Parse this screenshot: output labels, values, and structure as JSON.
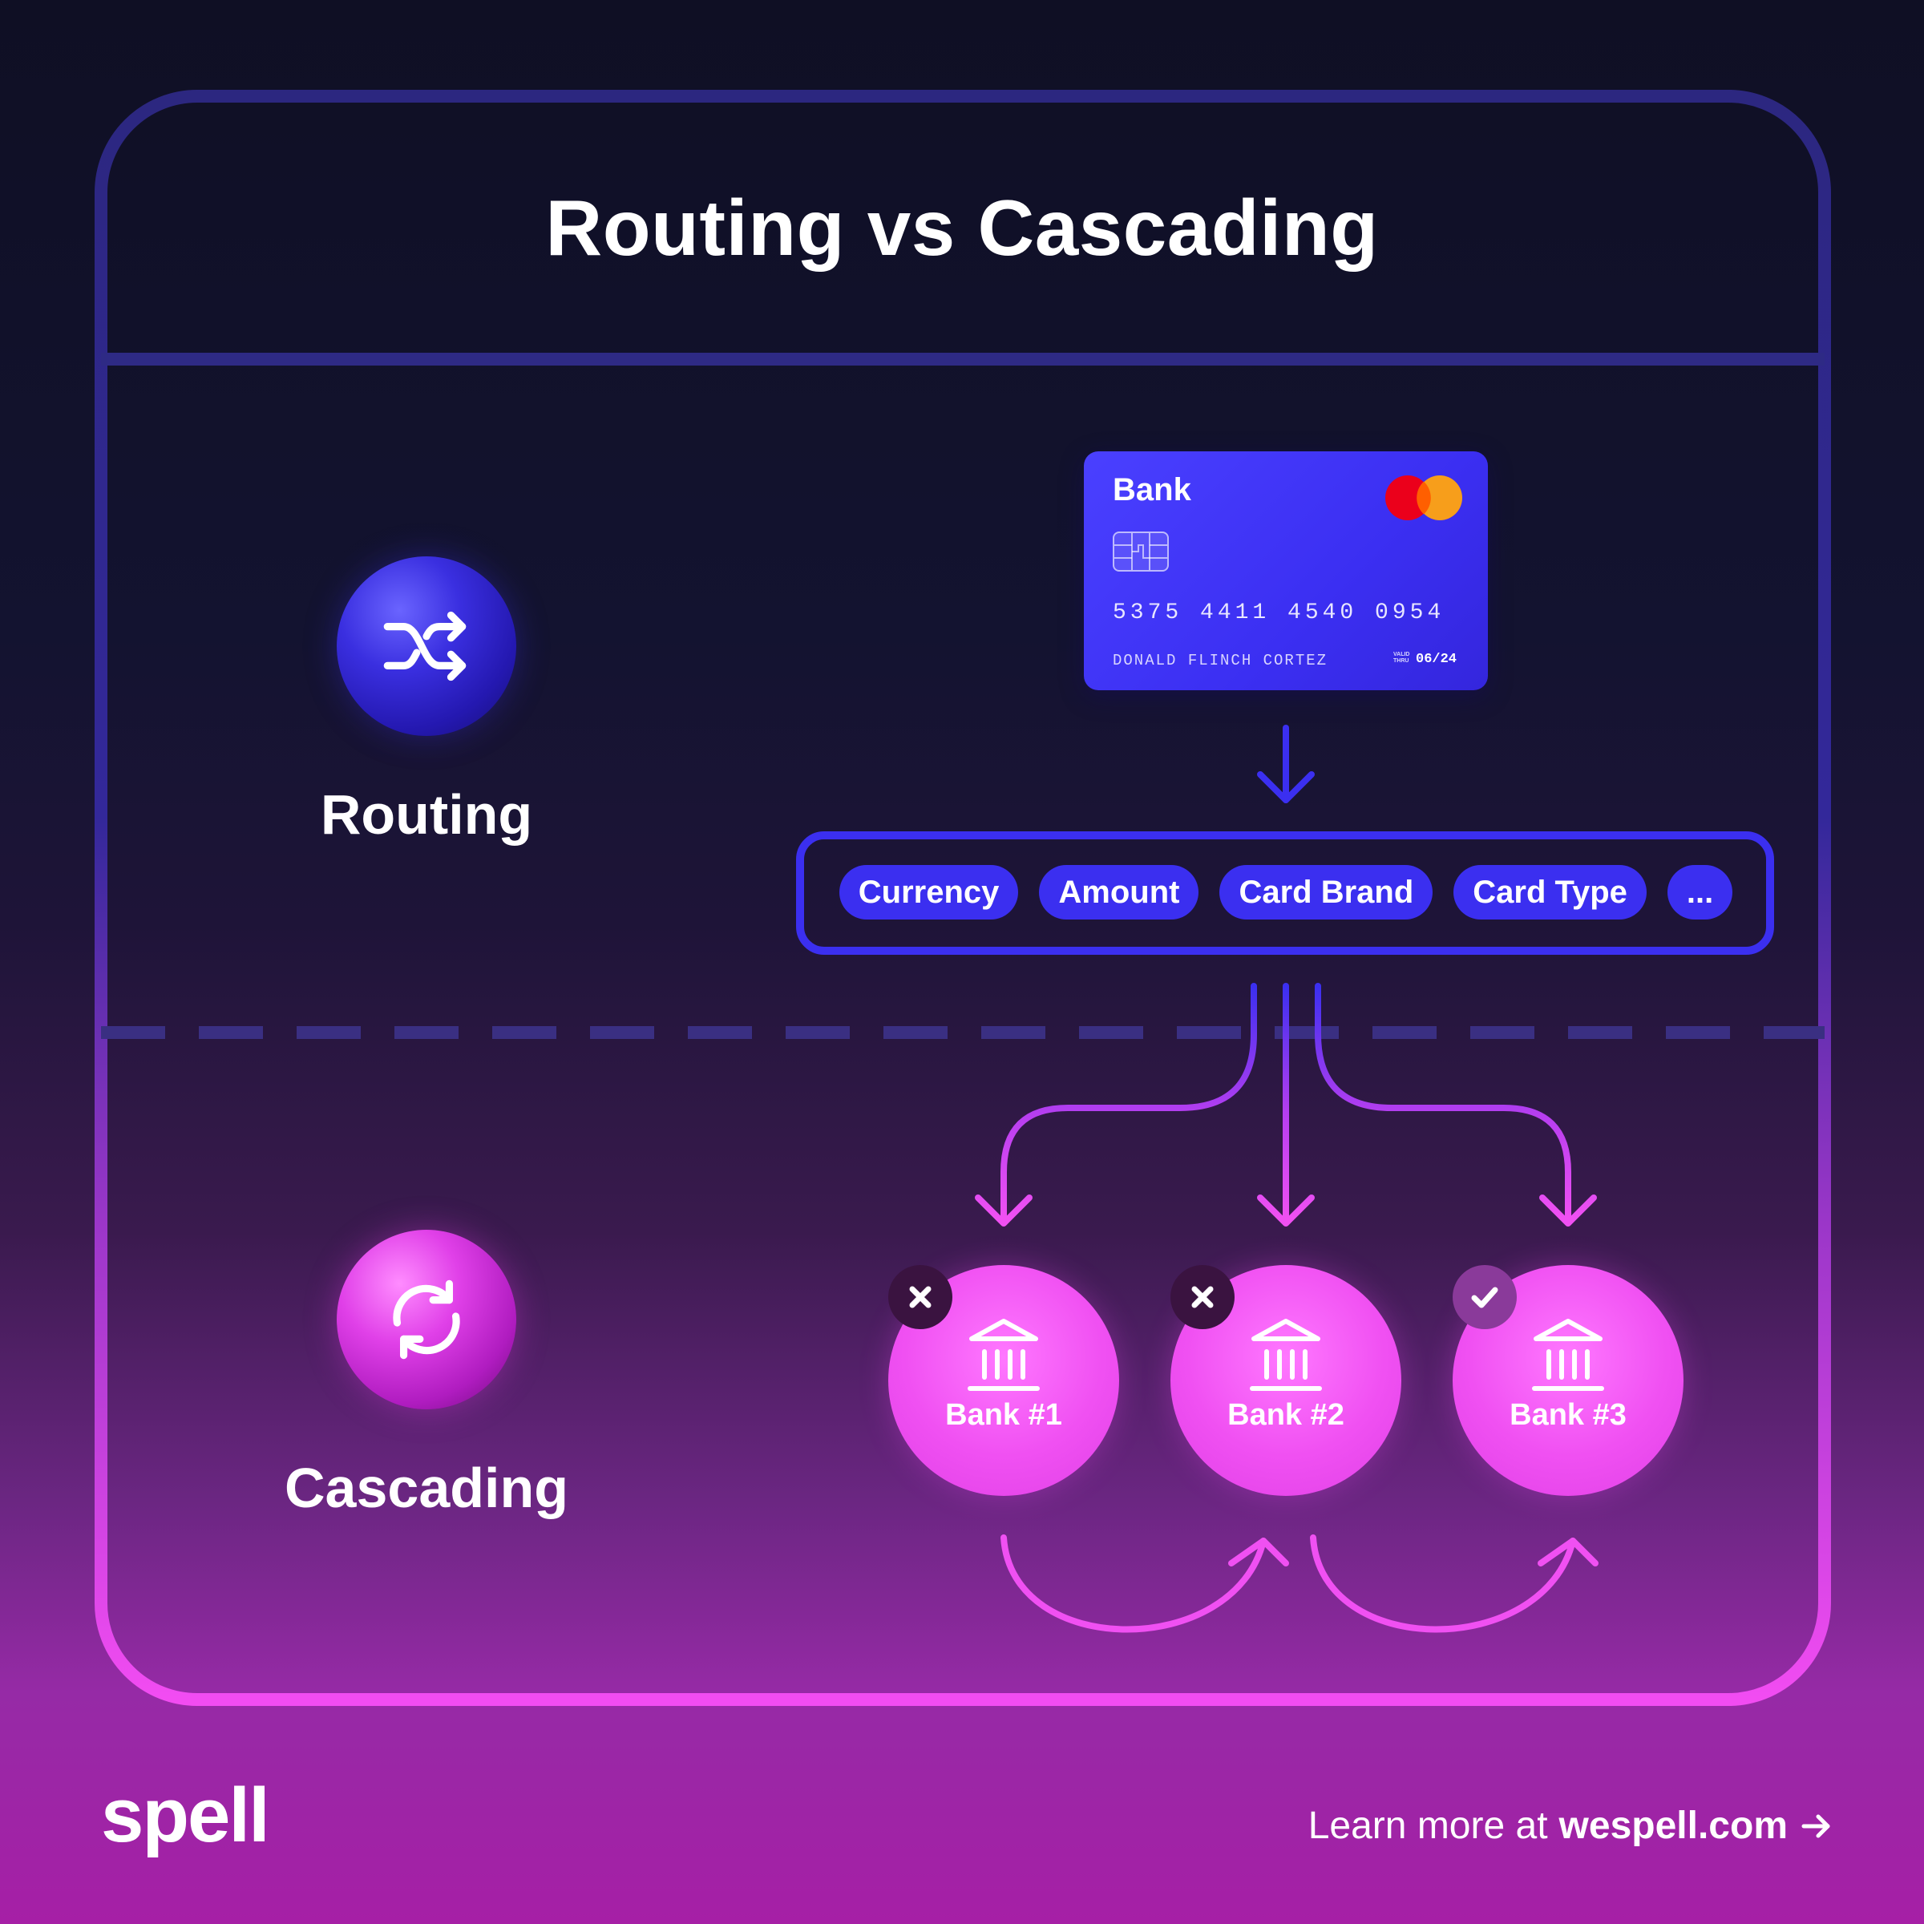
{
  "title": "Routing vs Cascading",
  "routing": {
    "label": "Routing",
    "icon": "shuffle-icon"
  },
  "cascading": {
    "label": "Cascading",
    "icon": "refresh-icon"
  },
  "card": {
    "bank": "Bank",
    "number": "5375 4411 4540 0954",
    "holder": "DONALD FLINCH CORTEZ",
    "valid_label": "VALID THRU",
    "expiry": "06/24",
    "brand_icon": "mastercard-icon",
    "chip_icon": "card-chip-icon"
  },
  "criteria": [
    "Currency",
    "Amount",
    "Card Brand",
    "Card Type",
    "..."
  ],
  "banks": [
    {
      "name": "Bank #1",
      "status": "failed",
      "icon": "bank-icon"
    },
    {
      "name": "Bank #2",
      "status": "failed",
      "icon": "bank-icon"
    },
    {
      "name": "Bank #3",
      "status": "success",
      "icon": "bank-icon"
    }
  ],
  "footer": {
    "logo": "spell",
    "cta_prefix": "Learn more at",
    "cta_site": "wespell.com",
    "cta_icon": "arrow-right-icon"
  },
  "colors": {
    "routing_accent": "#3b2ff0",
    "cascading_accent": "#f050f2",
    "background_top": "#0f0f24",
    "background_bottom": "#a61fa6"
  }
}
